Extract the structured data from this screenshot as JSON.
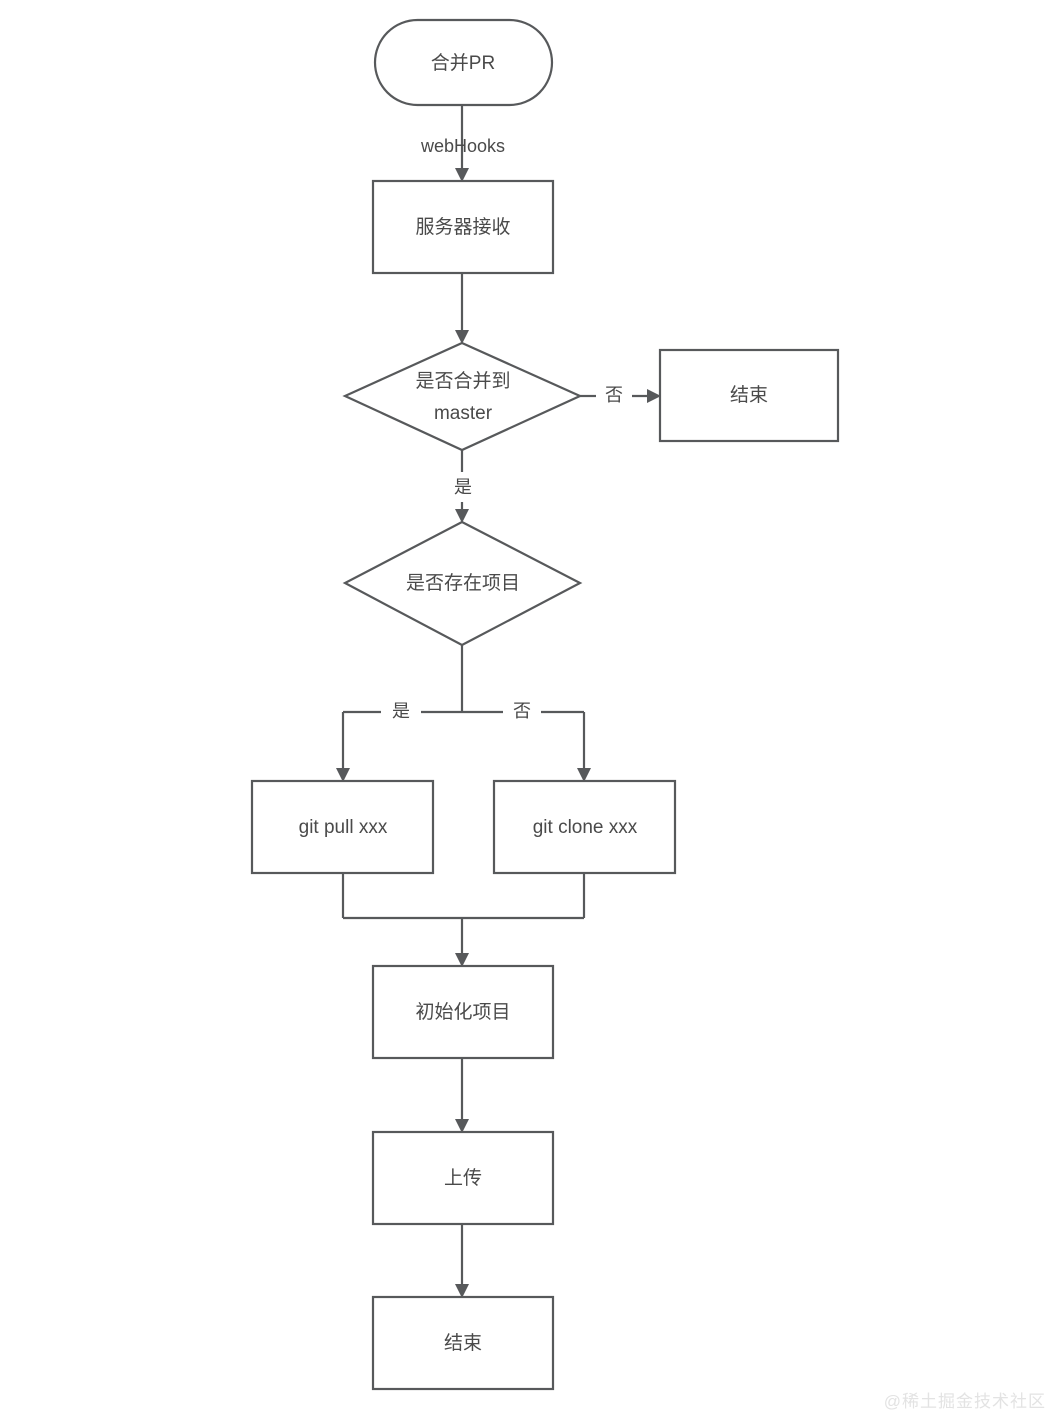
{
  "diagram": {
    "title": "CI/CD webhook deployment flowchart",
    "background_color": "#ffffff",
    "stroke_color": "#57595b",
    "text_color": "#4a4a4a",
    "nodes": [
      {
        "id": "merge-pr",
        "shape": "stadium",
        "label": "合并PR"
      },
      {
        "id": "server-recv",
        "shape": "rectangle",
        "label": "服务器接收"
      },
      {
        "id": "is-master",
        "shape": "diamond",
        "label_line1": "是否合并到",
        "label_line2": "master"
      },
      {
        "id": "end-right",
        "shape": "rectangle",
        "label": "结束"
      },
      {
        "id": "has-project",
        "shape": "diamond",
        "label": "是否存在项目"
      },
      {
        "id": "git-pull",
        "shape": "rectangle",
        "label": "git pull xxx"
      },
      {
        "id": "git-clone",
        "shape": "rectangle",
        "label": "git clone xxx"
      },
      {
        "id": "init-proj",
        "shape": "rectangle",
        "label": "初始化项目"
      },
      {
        "id": "upload",
        "shape": "rectangle",
        "label": "上传"
      },
      {
        "id": "end-bottom",
        "shape": "rectangle",
        "label": "结束"
      }
    ],
    "edge_labels": {
      "webhooks": "webHooks",
      "master_no": "否",
      "master_yes": "是",
      "project_yes": "是",
      "project_no": "否"
    }
  },
  "watermark": {
    "text": "@稀土掘金技术社区"
  }
}
